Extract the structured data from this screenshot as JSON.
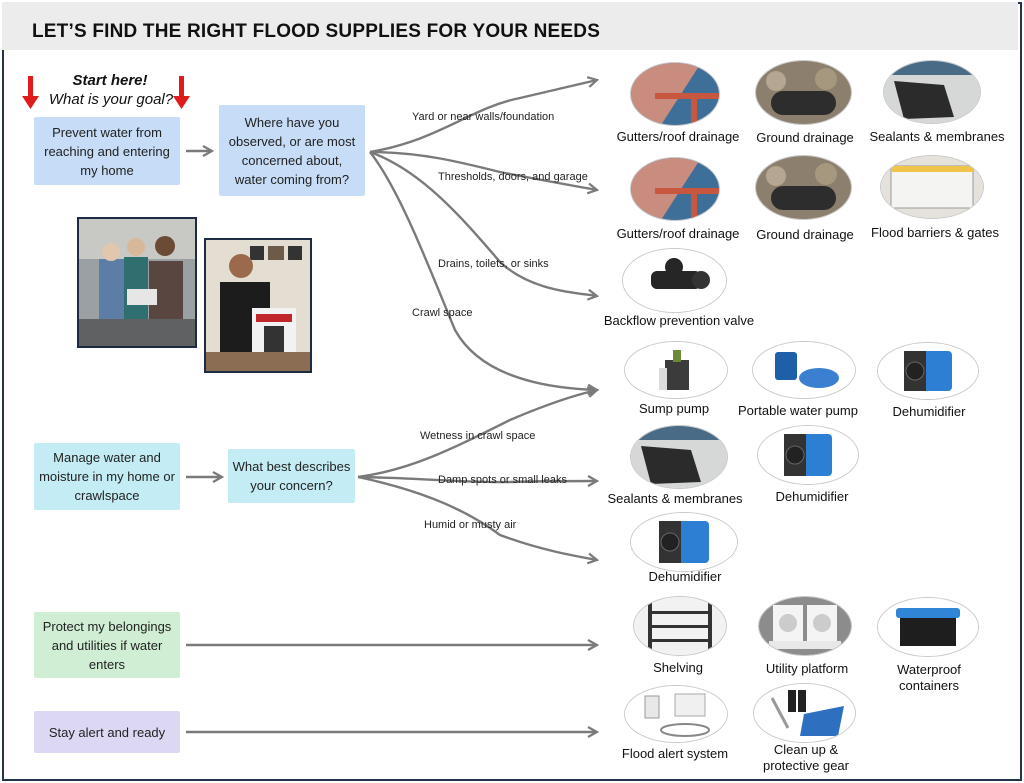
{
  "title": "LET’S FIND THE RIGHT FLOOD SUPPLIES FOR YOUR NEEDS",
  "start": {
    "line1": "Start here!",
    "line2": "What is your goal?"
  },
  "goals": {
    "prevent": "Prevent water from reaching and entering my home",
    "manage": "Manage water and moisture in my home or crawlspace",
    "protect": "Protect my belongings and utilities if water enters",
    "alert": "Stay alert and ready"
  },
  "questions": {
    "where": "Where have you observed, or are most concerned about, water coming from?",
    "describe": "What best describes your concern?"
  },
  "branches": {
    "yard": "Yard or near walls/foundation",
    "thresholds": "Thresholds, doors, and garage",
    "drains": "Drains, toilets, or sinks",
    "crawl": "Crawl space",
    "wetness": "Wetness in crawl space",
    "damp": "Damp spots or small leaks",
    "humid": "Humid or musty air"
  },
  "products": {
    "gutters1": "Gutters/roof drainage",
    "ground1": "Ground drainage",
    "sealants1": "Sealants & membranes",
    "gutters2": "Gutters/roof drainage",
    "ground2": "Ground drainage",
    "barriers": "Flood barriers & gates",
    "backflow": "Backflow prevention valve",
    "sump": "Sump pump",
    "portable": "Portable water pump",
    "dehum1": "Dehumidifier",
    "sealants2": "Sealants & membranes",
    "dehum2": "Dehumidifier",
    "dehum3": "Dehumidifier",
    "shelving": "Shelving",
    "platform": "Utility platform",
    "containers_l1": "Waterproof",
    "containers_l2": "containers",
    "alert": "Flood alert system",
    "cleanup_l1": "Clean up &",
    "cleanup_l2": "protective gear"
  },
  "icons": {
    "arrow": "red-down-arrow-icon",
    "photo1": "people-reading-flyer-photo",
    "photo2": "man-holding-sump-pump-box-photo"
  },
  "colors": {
    "prevent": "#c7dcf6",
    "manage": "#c4ecf4",
    "protect": "#cfeed4",
    "alert": "#dcd8f3",
    "arrow_red": "#e01b1b",
    "connector": "#7a7a7a",
    "border": "#23344d"
  }
}
